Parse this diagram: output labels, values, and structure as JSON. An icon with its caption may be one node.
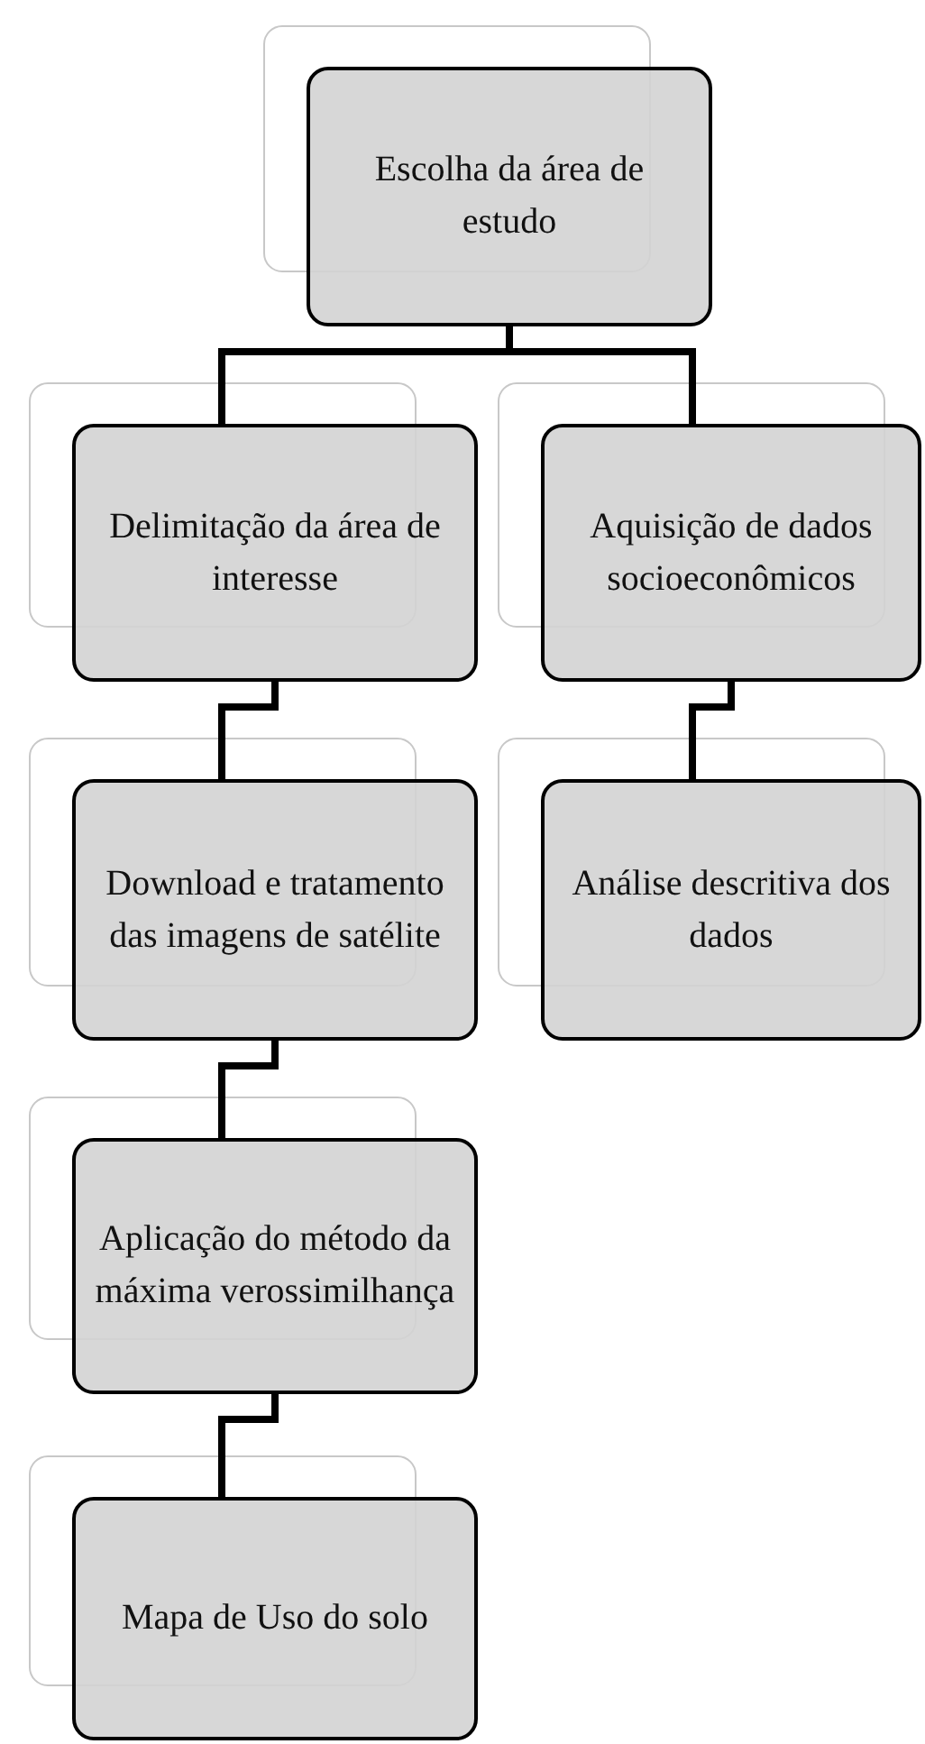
{
  "diagram": {
    "nodes": [
      {
        "text": [
          "Escolha da área de estudo"
        ]
      },
      {
        "text": [
          "Delimitação da área de interesse"
        ]
      },
      {
        "text": [
          "Aquisição de dados socioeconômicos"
        ]
      },
      {
        "text": [
          "Download e tratamento das imagens de satélite"
        ]
      },
      {
        "text": [
          "Análise descritiva dos dados"
        ]
      },
      {
        "text": [
          "Aplicação do método da máxima verossimilhança"
        ]
      },
      {
        "text": [
          "Mapa de Uso do solo"
        ]
      }
    ],
    "edges": [
      {
        "from": 0,
        "to": 1,
        "arrow": "none"
      },
      {
        "from": 0,
        "to": 2,
        "arrow": "none"
      },
      {
        "from": 1,
        "to": 3,
        "arrow": "none"
      },
      {
        "from": 3,
        "to": 5,
        "arrow": "none"
      },
      {
        "from": 5,
        "to": 6,
        "arrow": "none"
      },
      {
        "from": 2,
        "to": 4,
        "arrow": "none"
      }
    ]
  }
}
